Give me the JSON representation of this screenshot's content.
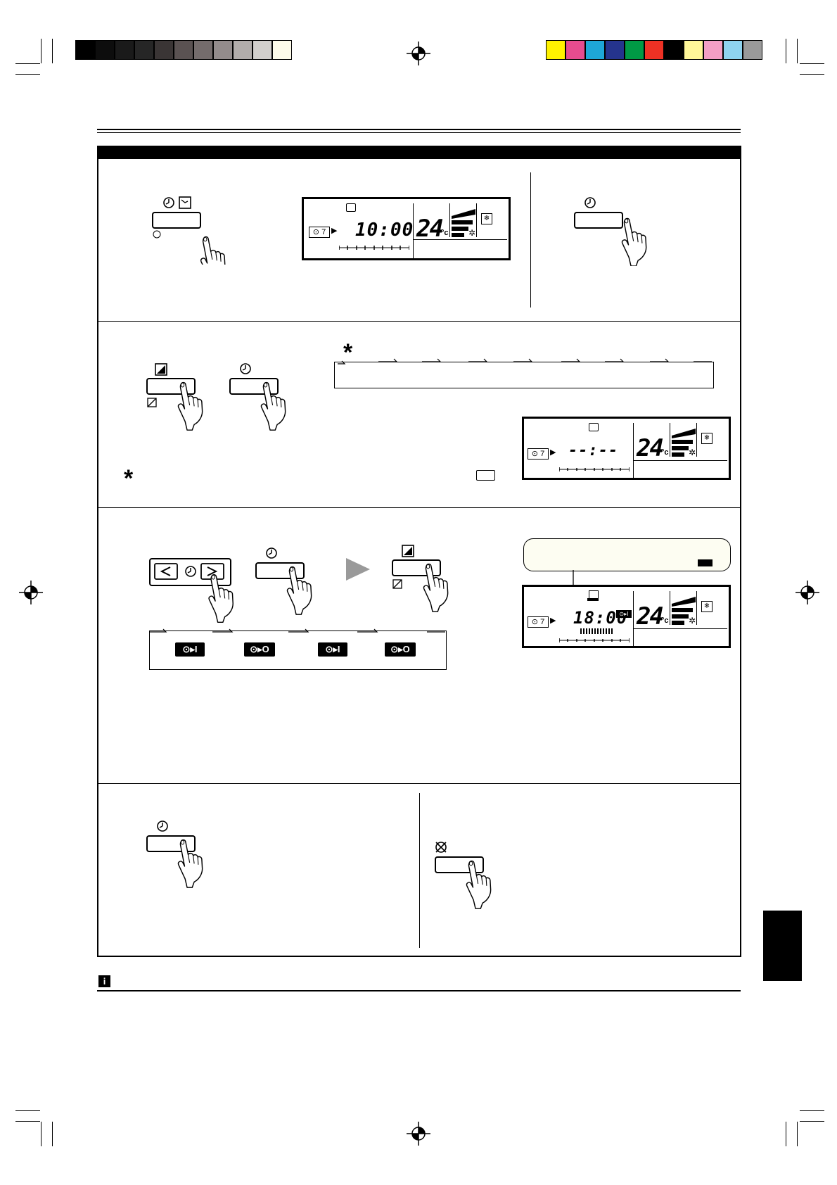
{
  "colors": {
    "gray_strip": [
      "#000000",
      "#0d0d0d",
      "#1a1a1a",
      "#262626",
      "#3a3535",
      "#5a5252",
      "#746c6c",
      "#938c8c",
      "#b2adab",
      "#d2cfcc",
      "#fdfbea"
    ],
    "color_strip": [
      "#fff200",
      "#e64c8f",
      "#1ea7d7",
      "#25348d",
      "#009a45",
      "#ee3124",
      "#000000",
      "#fff799",
      "#f39fc5",
      "#8fd3ef",
      "#9a9a9a"
    ]
  },
  "lcd1": {
    "day": "7",
    "time": "10:00",
    "temp": "24",
    "unit": "°c"
  },
  "lcd2": {
    "day": "7",
    "time": "--:--",
    "temp": "24",
    "unit": "°c"
  },
  "lcd3": {
    "day": "7",
    "time": "18:00",
    "temp": "24",
    "unit": "°c"
  },
  "sequence_badges": [
    "⊙▸I",
    "⊙▸O",
    "⊙▸I",
    "⊙▸O"
  ],
  "icons": {
    "asterisk": "*",
    "play": "▶"
  }
}
